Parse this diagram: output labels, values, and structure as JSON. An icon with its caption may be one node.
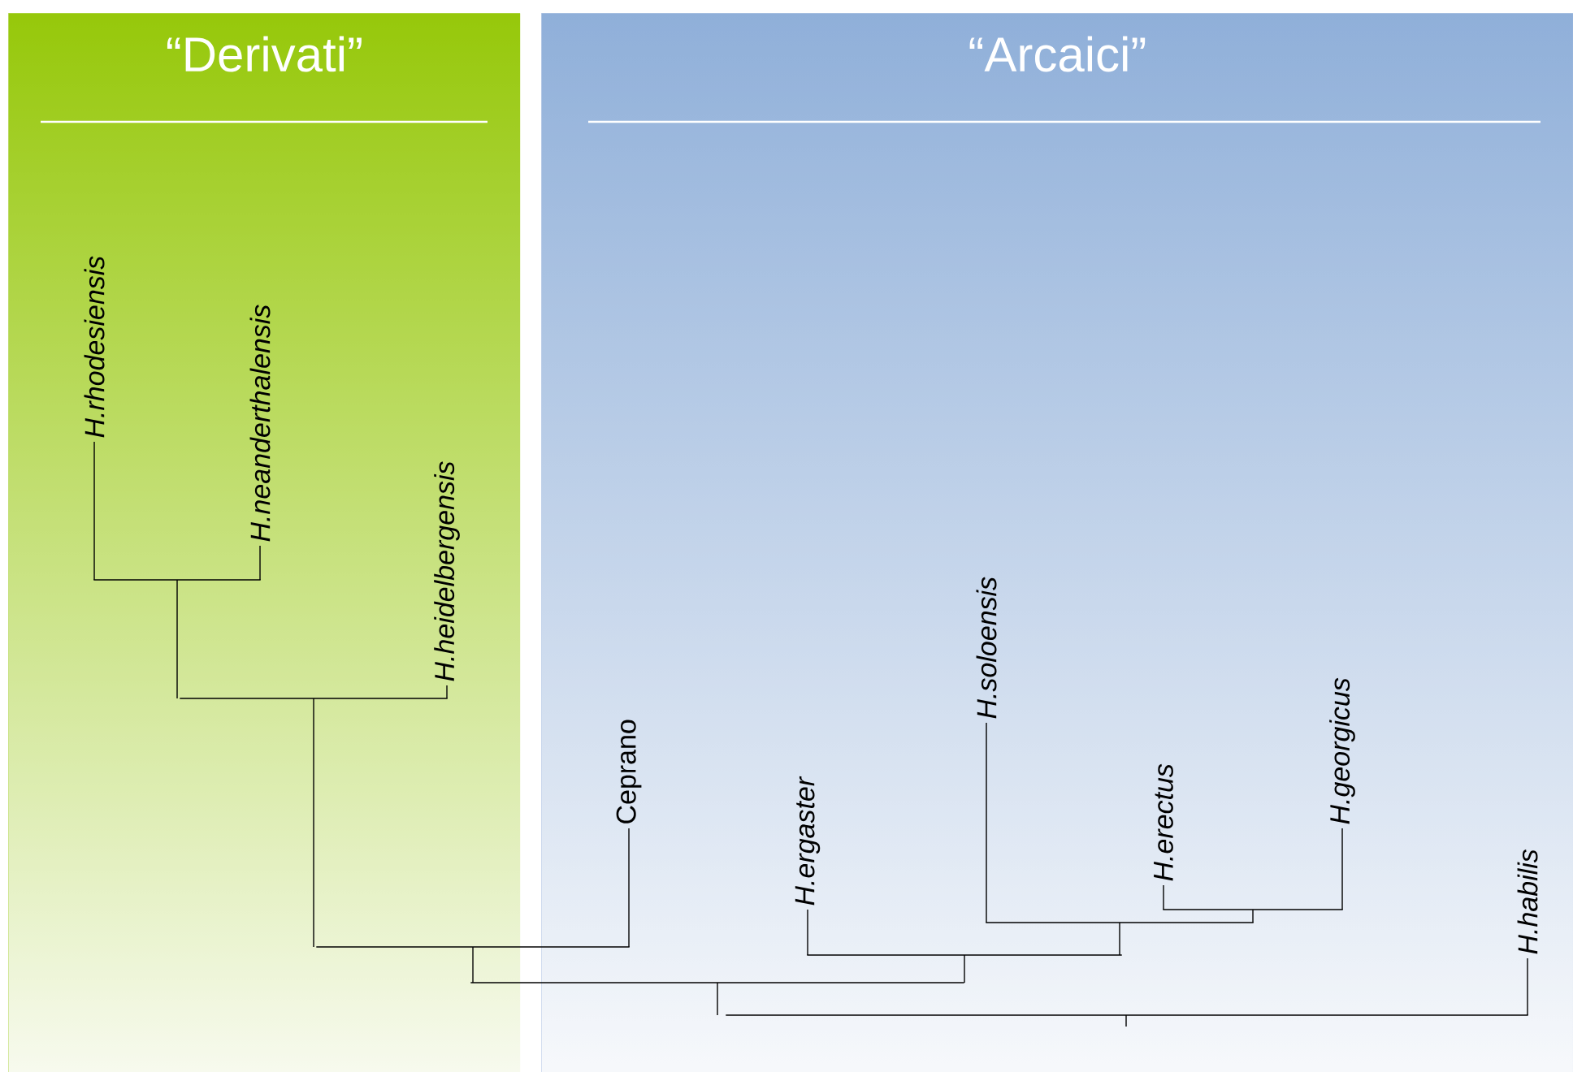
{
  "diagram": {
    "nodes": [
      {
        "text": [
          "“Derivati”"
        ]
      },
      {
        "text": [
          "“Arcaici”"
        ]
      },
      {
        "text": [
          "H.rhodesiensis"
        ],
        "in": 0
      },
      {
        "text": [
          "H.neanderthalensis"
        ],
        "in": 0
      },
      {
        "text": [
          "H.heidelbergensis"
        ],
        "in": 0
      },
      {
        "text": [
          "Ceprano"
        ],
        "in": 1
      },
      {
        "text": [
          "H.ergaster"
        ],
        "in": 1
      },
      {
        "text": [
          "H.soloensis"
        ],
        "in": 1
      },
      {
        "text": [
          "H.erectus"
        ],
        "in": 1
      },
      {
        "text": [
          "H.georgicus"
        ],
        "in": 1
      },
      {
        "text": [
          "H.habilis"
        ],
        "in": 1
      },
      {
        "text": [],
        "shape": "bar",
        "in": 0
      },
      {
        "text": [],
        "shape": "bar",
        "in": 0
      },
      {
        "text": [],
        "shape": "bar"
      },
      {
        "text": [],
        "shape": "bar",
        "in": 1
      },
      {
        "text": [],
        "shape": "bar",
        "in": 1
      },
      {
        "text": [],
        "shape": "bar",
        "in": 1
      },
      {
        "text": [],
        "shape": "bar"
      },
      {
        "text": [],
        "shape": "bar",
        "in": 1
      }
    ],
    "edges": [
      {
        "from": 11,
        "to": 2,
        "arrow": "none"
      },
      {
        "from": 11,
        "to": 3,
        "arrow": "none"
      },
      {
        "from": 12,
        "to": 11,
        "arrow": "none"
      },
      {
        "from": 12,
        "to": 4,
        "arrow": "none"
      },
      {
        "from": 13,
        "to": 12,
        "arrow": "none"
      },
      {
        "from": 13,
        "to": 5,
        "arrow": "none"
      },
      {
        "from": 14,
        "to": 8,
        "arrow": "none"
      },
      {
        "from": 14,
        "to": 9,
        "arrow": "none"
      },
      {
        "from": 15,
        "to": 7,
        "arrow": "none"
      },
      {
        "from": 15,
        "to": 14,
        "arrow": "none"
      },
      {
        "from": 16,
        "to": 6,
        "arrow": "none"
      },
      {
        "from": 16,
        "to": 15,
        "arrow": "none"
      },
      {
        "from": 17,
        "to": 13,
        "arrow": "none"
      },
      {
        "from": 17,
        "to": 16,
        "arrow": "none"
      },
      {
        "from": 18,
        "to": 17,
        "arrow": "none"
      },
      {
        "from": 18,
        "to": 10,
        "arrow": "none"
      }
    ]
  }
}
